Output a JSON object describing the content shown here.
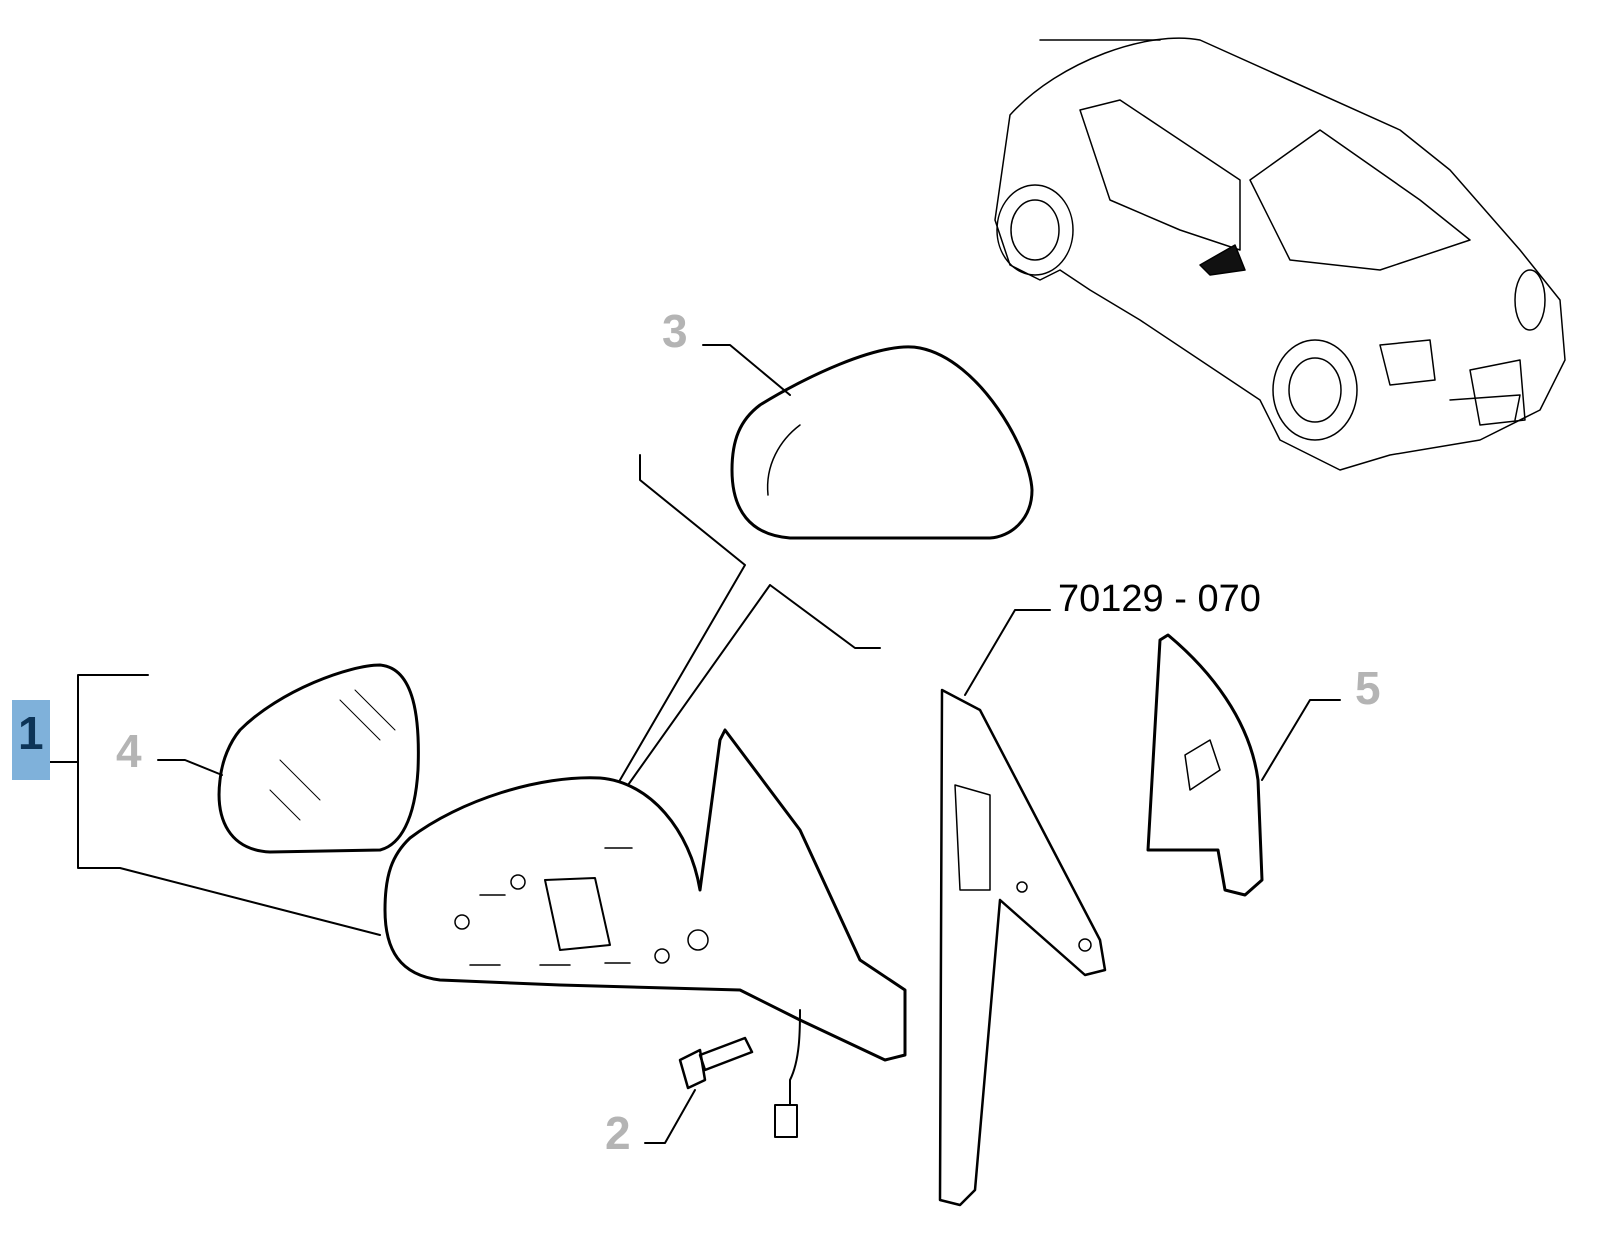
{
  "diagram": {
    "callouts": [
      {
        "label": "1",
        "selected": true
      },
      {
        "label": "2",
        "selected": false
      },
      {
        "label": "3",
        "selected": false
      },
      {
        "label": "4",
        "selected": false
      },
      {
        "label": "5",
        "selected": false
      }
    ],
    "reference": "70129 - 070",
    "colors": {
      "selected_bg": "#7fb1da",
      "selected_text": "#0d3457",
      "callout_text": "#b4b4b4"
    }
  }
}
